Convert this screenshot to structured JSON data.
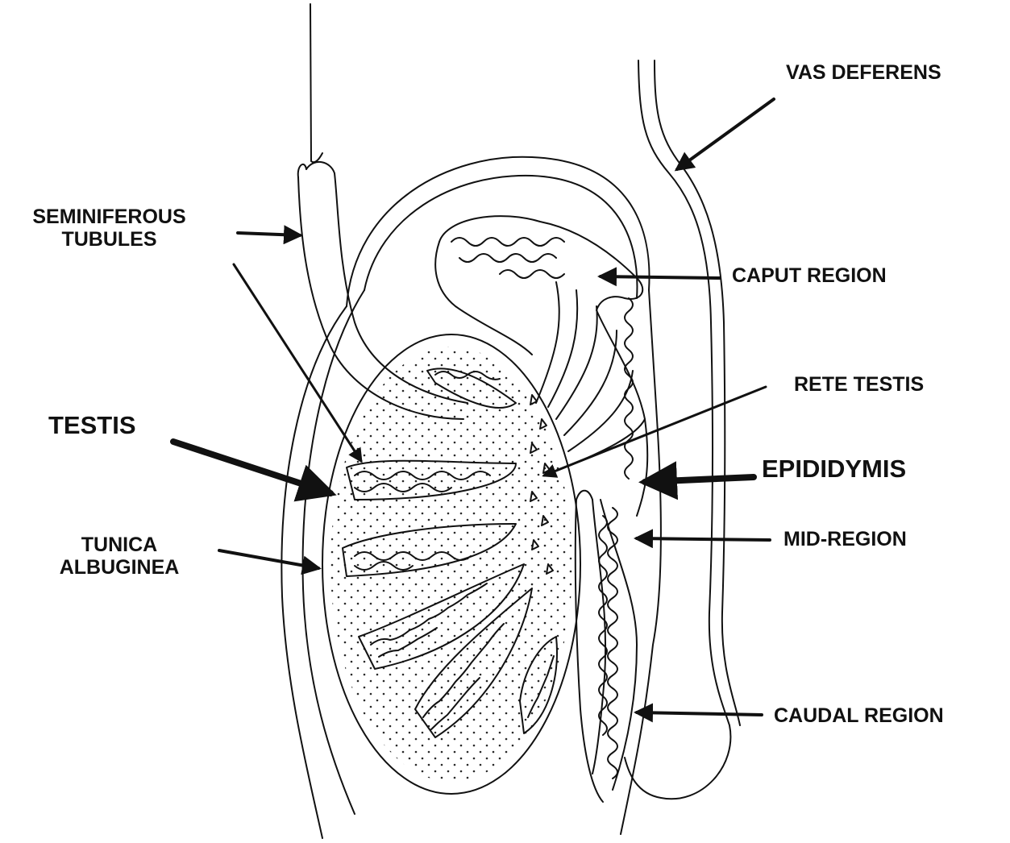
{
  "colors": {
    "ink": "#111111",
    "background": "#ffffff"
  },
  "labels": {
    "vas_deferens": "VAS DEFERENS",
    "seminiferous_line1": "SEMINIFEROUS",
    "seminiferous_line2": "TUBULES",
    "caput_region": "CAPUT REGION",
    "rete_testis": "RETE TESTIS",
    "testis": "TESTIS",
    "epididymis": "EPIDIDYMIS",
    "tunica_line1": "TUNICA",
    "tunica_line2": "ALBUGINEA",
    "mid_region": "MID-REGION",
    "caudal_region": "CAUDAL REGION"
  }
}
